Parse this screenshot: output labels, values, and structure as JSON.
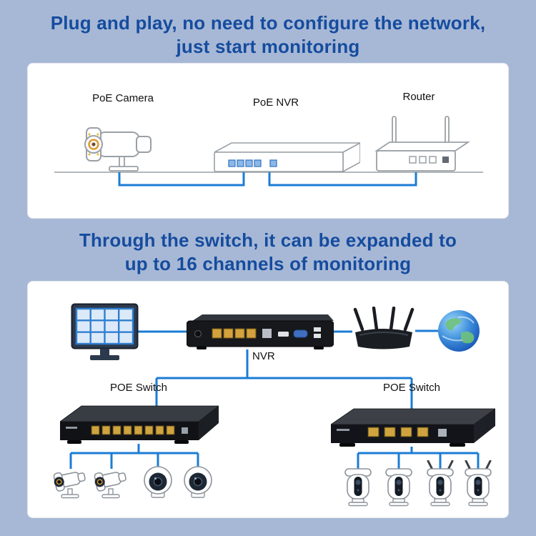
{
  "page": {
    "bg_color": "#a7b8d6",
    "panel_color": "#ffffff",
    "wire_color": "#1b7cd4",
    "heading_color": "#154c9e",
    "port_color": "#d3a23c"
  },
  "headline_top": {
    "line1": "Plug and play, no need to configure the network,",
    "line2": "just start monitoring"
  },
  "basic_panel": {
    "camera_label": "PoE Camera",
    "nvr_label": "PoE NVR",
    "router_label": "Router",
    "icons": [
      "bullet-camera-line-icon",
      "nvr-line-icon",
      "router-line-icon"
    ]
  },
  "headline_bottom": {
    "line1": "Through the switch, it can be expanded to",
    "line2": "up to 16 channels of monitoring"
  },
  "expanded_panel": {
    "nvr_label": "NVR",
    "left_switch_label": "POE Switch",
    "right_switch_label": "POE Switch",
    "icons": [
      "monitor-icon",
      "nvr-icon",
      "wifi-router-icon",
      "globe-icon",
      "poe-switch-icon",
      "bullet-camera-icon",
      "dome-camera-icon",
      "ptz-camera-icon"
    ]
  }
}
